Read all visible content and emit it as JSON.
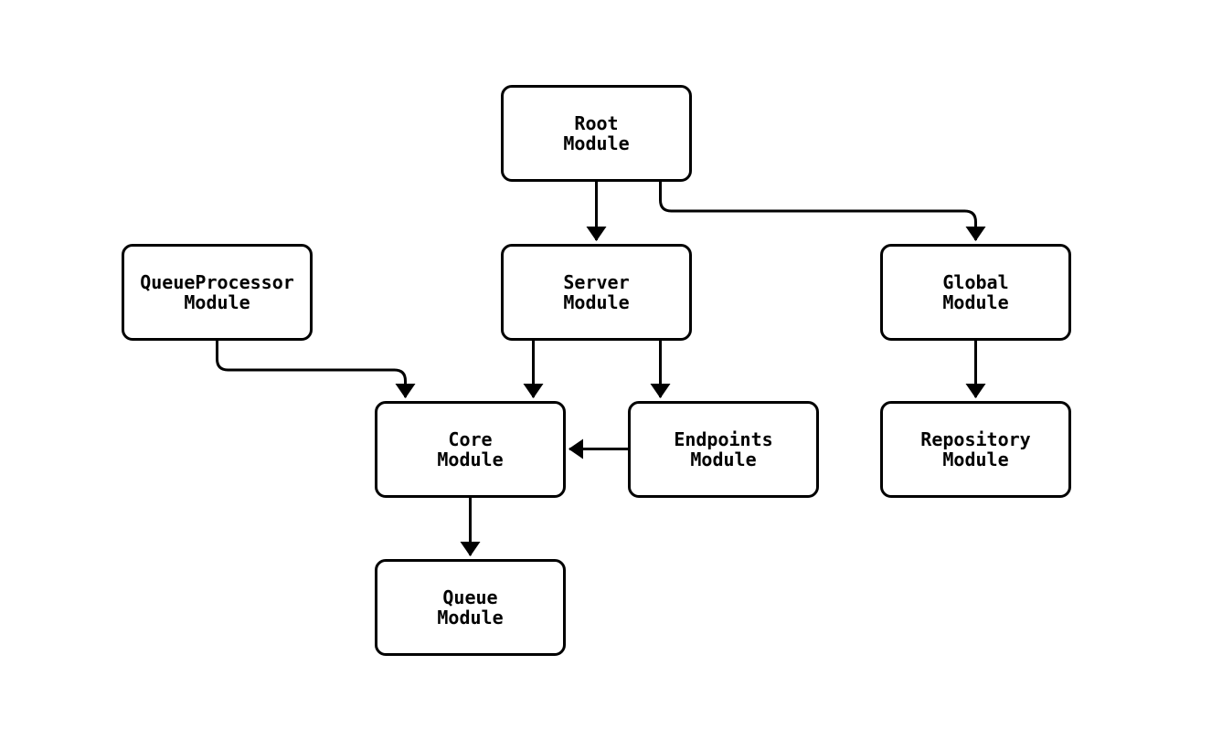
{
  "diagram": {
    "title": "module-dependency-diagram",
    "background_color": "#ffffff",
    "stroke_color": "#000000",
    "text_color": "#000000",
    "nodes": {
      "root": {
        "line1": "Root",
        "line2": "Module"
      },
      "queueProcessor": {
        "line1": "QueueProcessor",
        "line2": "Module"
      },
      "server": {
        "line1": "Server",
        "line2": "Module"
      },
      "global": {
        "line1": "Global",
        "line2": "Module"
      },
      "core": {
        "line1": "Core",
        "line2": "Module"
      },
      "endpoints": {
        "line1": "Endpoints",
        "line2": "Module"
      },
      "repository": {
        "line1": "Repository",
        "line2": "Module"
      },
      "queue": {
        "line1": "Queue",
        "line2": "Module"
      }
    },
    "edges": [
      {
        "from": "root",
        "to": "server"
      },
      {
        "from": "root",
        "to": "global"
      },
      {
        "from": "queueProcessor",
        "to": "core"
      },
      {
        "from": "server",
        "to": "core"
      },
      {
        "from": "server",
        "to": "endpoints"
      },
      {
        "from": "endpoints",
        "to": "core"
      },
      {
        "from": "global",
        "to": "repository"
      },
      {
        "from": "core",
        "to": "queue"
      }
    ]
  }
}
